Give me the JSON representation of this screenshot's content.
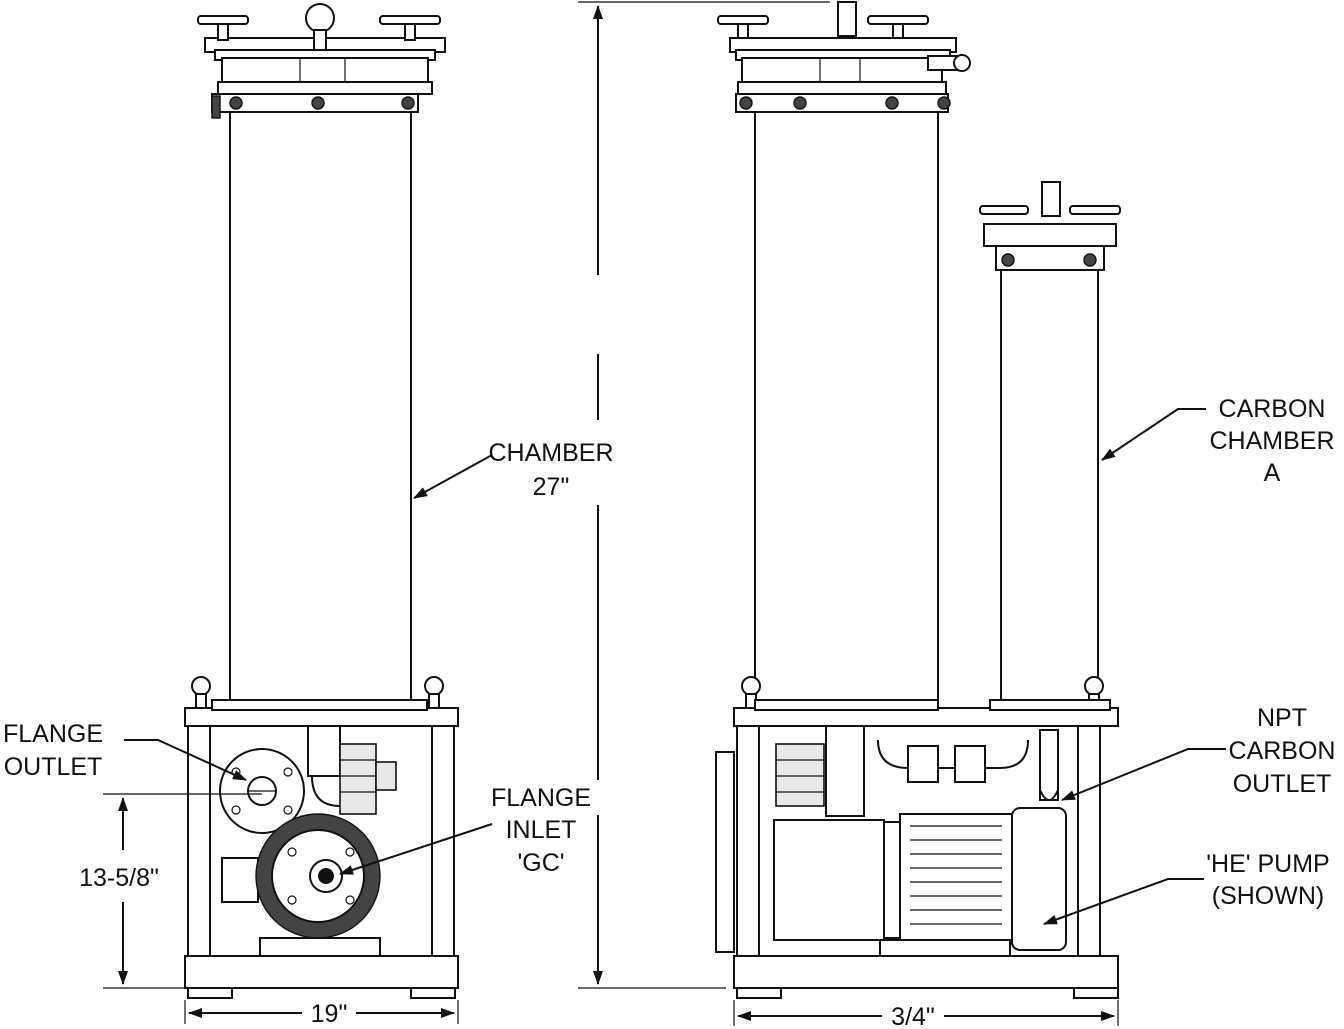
{
  "labels": {
    "chamber": [
      "CHAMBER",
      "27\""
    ],
    "flange_outlet": [
      "FLANGE",
      "OUTLET"
    ],
    "flange_inlet": [
      "FLANGE",
      "INLET",
      "'GC'"
    ],
    "carbon_chamber": [
      "CARBON",
      "CHAMBER",
      "A"
    ],
    "npt_carbon_outlet": [
      "NPT",
      "CARBON",
      "OUTLET"
    ],
    "he_pump": [
      "'HE' PUMP",
      "(SHOWN)"
    ]
  },
  "dimensions": {
    "height_left": "13-5/8\"",
    "width_left": "19\"",
    "width_right": "3/4\""
  },
  "colors": {
    "line": "#111111",
    "fill": "#ffffff"
  }
}
